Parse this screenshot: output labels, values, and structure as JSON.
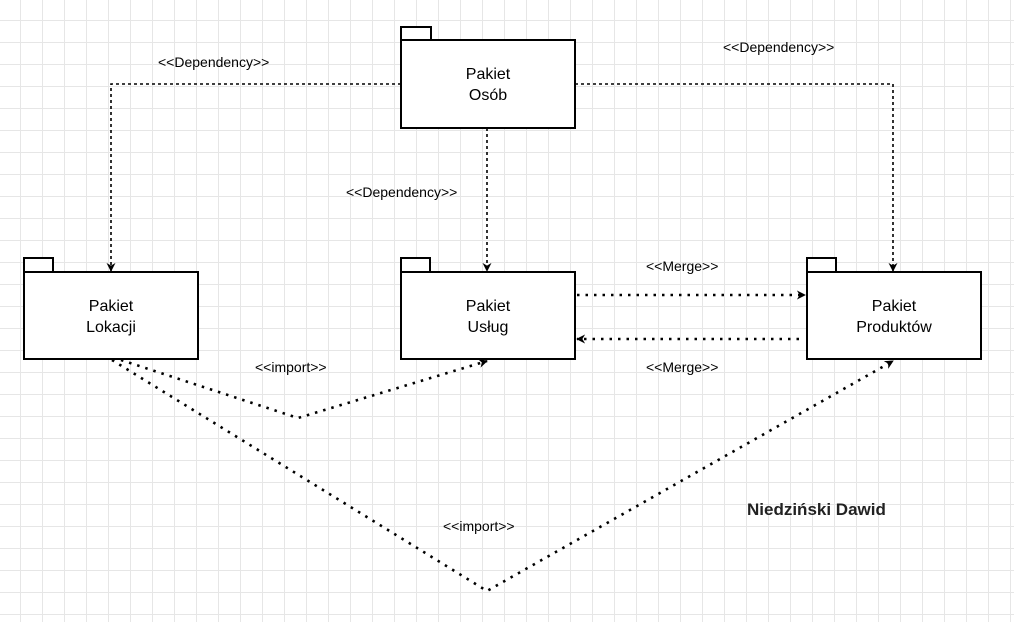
{
  "packages": {
    "osob": {
      "line1": "Pakiet",
      "line2": "Osób"
    },
    "lokacji": {
      "line1": "Pakiet",
      "line2": "Lokacji"
    },
    "uslug": {
      "line1": "Pakiet",
      "line2": "Usług"
    },
    "produktow": {
      "line1": "Pakiet",
      "line2": "Produktów"
    }
  },
  "edges": {
    "dep_left": "<<Dependency>>",
    "dep_right": "<<Dependency>>",
    "dep_middle": "<<Dependency>>",
    "merge_top": "<<Merge>>",
    "merge_bottom": "<<Merge>>",
    "import_short": "<<import>>",
    "import_long": "<<import>>"
  },
  "author": "Niedziński Dawid"
}
